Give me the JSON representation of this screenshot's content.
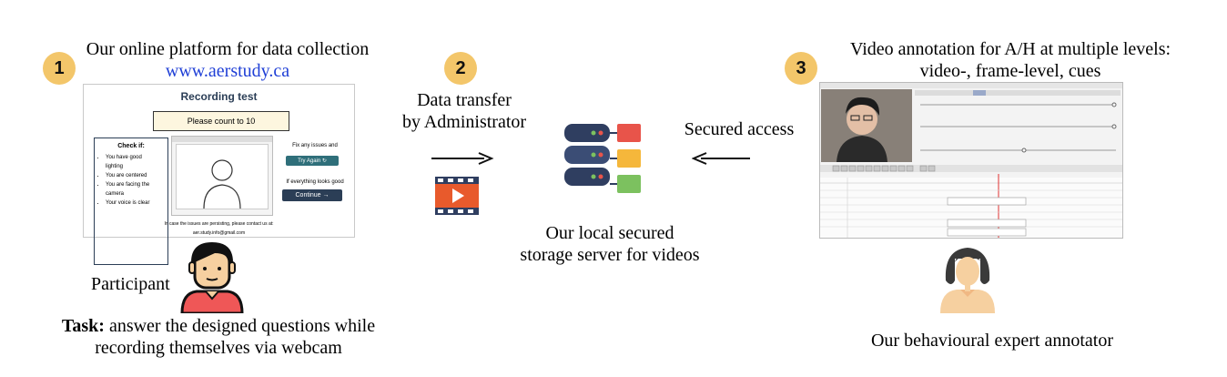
{
  "left": {
    "badge": "1",
    "title": "Our online platform for data collection",
    "url": "www.aerstudy.ca",
    "participant_label": "Participant",
    "task_bold": "Task:",
    "task_text": "answer the designed questions while",
    "task_text2": "recording themselves via webcam",
    "recording_test": {
      "title": "Recording test",
      "prompt": "Please count to 10",
      "check_title": "Check if:",
      "checks": [
        "You have good",
        "lighting",
        "You are centered",
        "You are facing the",
        "camera",
        "Your voice is clear"
      ],
      "fix_text": "Fix any issues and",
      "try_again": "Try Again",
      "good_text": "If everything looks good",
      "continue": "Continue",
      "issue_text": "In case the issues are persisting, please contact us at:",
      "email": "aer.study.info@gmail.com"
    }
  },
  "middle": {
    "badge": "2",
    "transfer_line1": "Data transfer",
    "transfer_line2": "by Administrator",
    "storage_line1": "Our local secured",
    "storage_line2": "storage server for videos",
    "secured_access": "Secured access"
  },
  "right": {
    "badge": "3",
    "title_line1": "Video annotation for A/H at multiple levels:",
    "title_line2": "video-, frame-level, cues",
    "annotator_label": "Our behavioural expert annotator"
  },
  "colors": {
    "badge": "#f3c66a",
    "url": "#1f3fd6",
    "server": "#2f3e60",
    "video_icon": "#e85a2c",
    "participant_shirt": "#ef5757",
    "annotator_skin": "#f6d0a0"
  }
}
